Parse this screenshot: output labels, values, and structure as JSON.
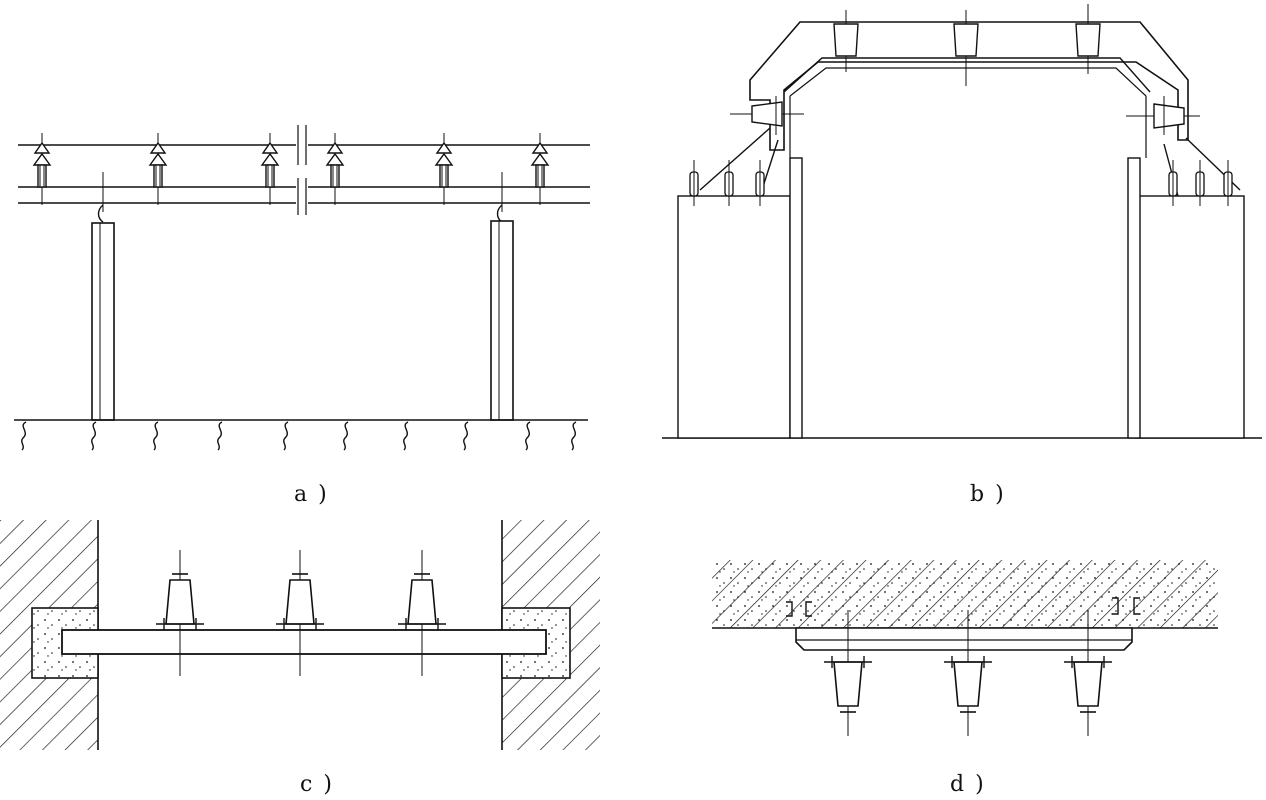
{
  "figure": {
    "panels": [
      {
        "id": "a",
        "caption": "a )"
      },
      {
        "id": "b",
        "caption": "b )"
      },
      {
        "id": "c",
        "caption": "c )"
      },
      {
        "id": "d",
        "caption": "d )"
      }
    ]
  },
  "colors": {
    "ink": "#111111",
    "background": "#ffffff"
  }
}
